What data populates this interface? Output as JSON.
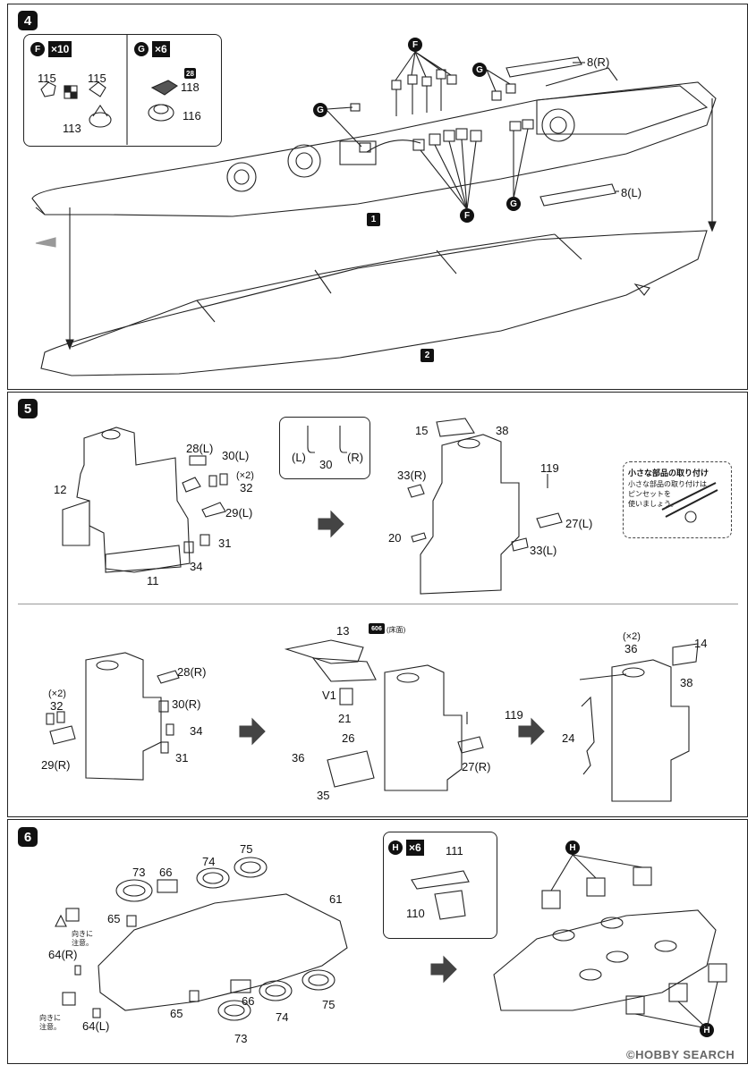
{
  "steps": {
    "s4": {
      "num": "4"
    },
    "s5": {
      "num": "5"
    },
    "s6": {
      "num": "6"
    }
  },
  "step4": {
    "partsF": {
      "letter": "F",
      "qty": "×10",
      "labels": [
        "115",
        "115",
        "113"
      ]
    },
    "partsG": {
      "letter": "G",
      "qty": "×6",
      "badge": "28",
      "labels": [
        "118",
        "116"
      ]
    },
    "callouts": {
      "F": "F",
      "G": "G",
      "p8r": "8(R)",
      "p8l": "8(L)",
      "n1": "1",
      "n2": "2"
    }
  },
  "step5": {
    "top": {
      "p12": "12",
      "p28l": "28(L)",
      "p30l": "30(L)",
      "x2": "(×2)",
      "p32": "32",
      "p29l": "29(L)",
      "p31": "31",
      "p34": "34",
      "p11": "11",
      "inset": {
        "l": "(L)",
        "n30": "30",
        "r": "(R)"
      },
      "p15": "15",
      "p38": "38",
      "p33r": "33(R)",
      "p119": "119",
      "p27l": "27(L)",
      "p20": "20",
      "p33l": "33(L)"
    },
    "tip": {
      "title": "小さな部品の取り付け",
      "body": "小さな部品の取り付けは\nピンセットを\n使いましょう。"
    },
    "bottom": {
      "p28r": "28(R)",
      "x2a": "(×2)",
      "p32": "32",
      "p30r": "30(R)",
      "p34": "34",
      "p29r": "29(R)",
      "p31": "31",
      "p13": "13",
      "badge": "606",
      "badgeNote": "(床面)",
      "v1": "V1",
      "p21": "21",
      "p26": "26",
      "p36": "36",
      "p35": "35",
      "p119": "119",
      "p27r": "27(R)",
      "x2b": "(×2)",
      "p36b": "36",
      "p14": "14",
      "p38": "38",
      "p24": "24"
    }
  },
  "step6": {
    "labels": {
      "p73a": "73",
      "p66a": "66",
      "p74a": "74",
      "p75a": "75",
      "p61": "61",
      "p65a": "65",
      "note1": "向きに\n注意。",
      "p64r": "64(R)",
      "note2": "向きに\n注意。",
      "p64l": "64(L)",
      "p65b": "65",
      "p73b": "73",
      "p66b": "66",
      "p74b": "74",
      "p75b": "75"
    },
    "partsH": {
      "letter": "H",
      "qty": "×6",
      "p111": "111",
      "p110": "110"
    },
    "callout": "H"
  },
  "watermark": "©HOBBY SEARCH"
}
